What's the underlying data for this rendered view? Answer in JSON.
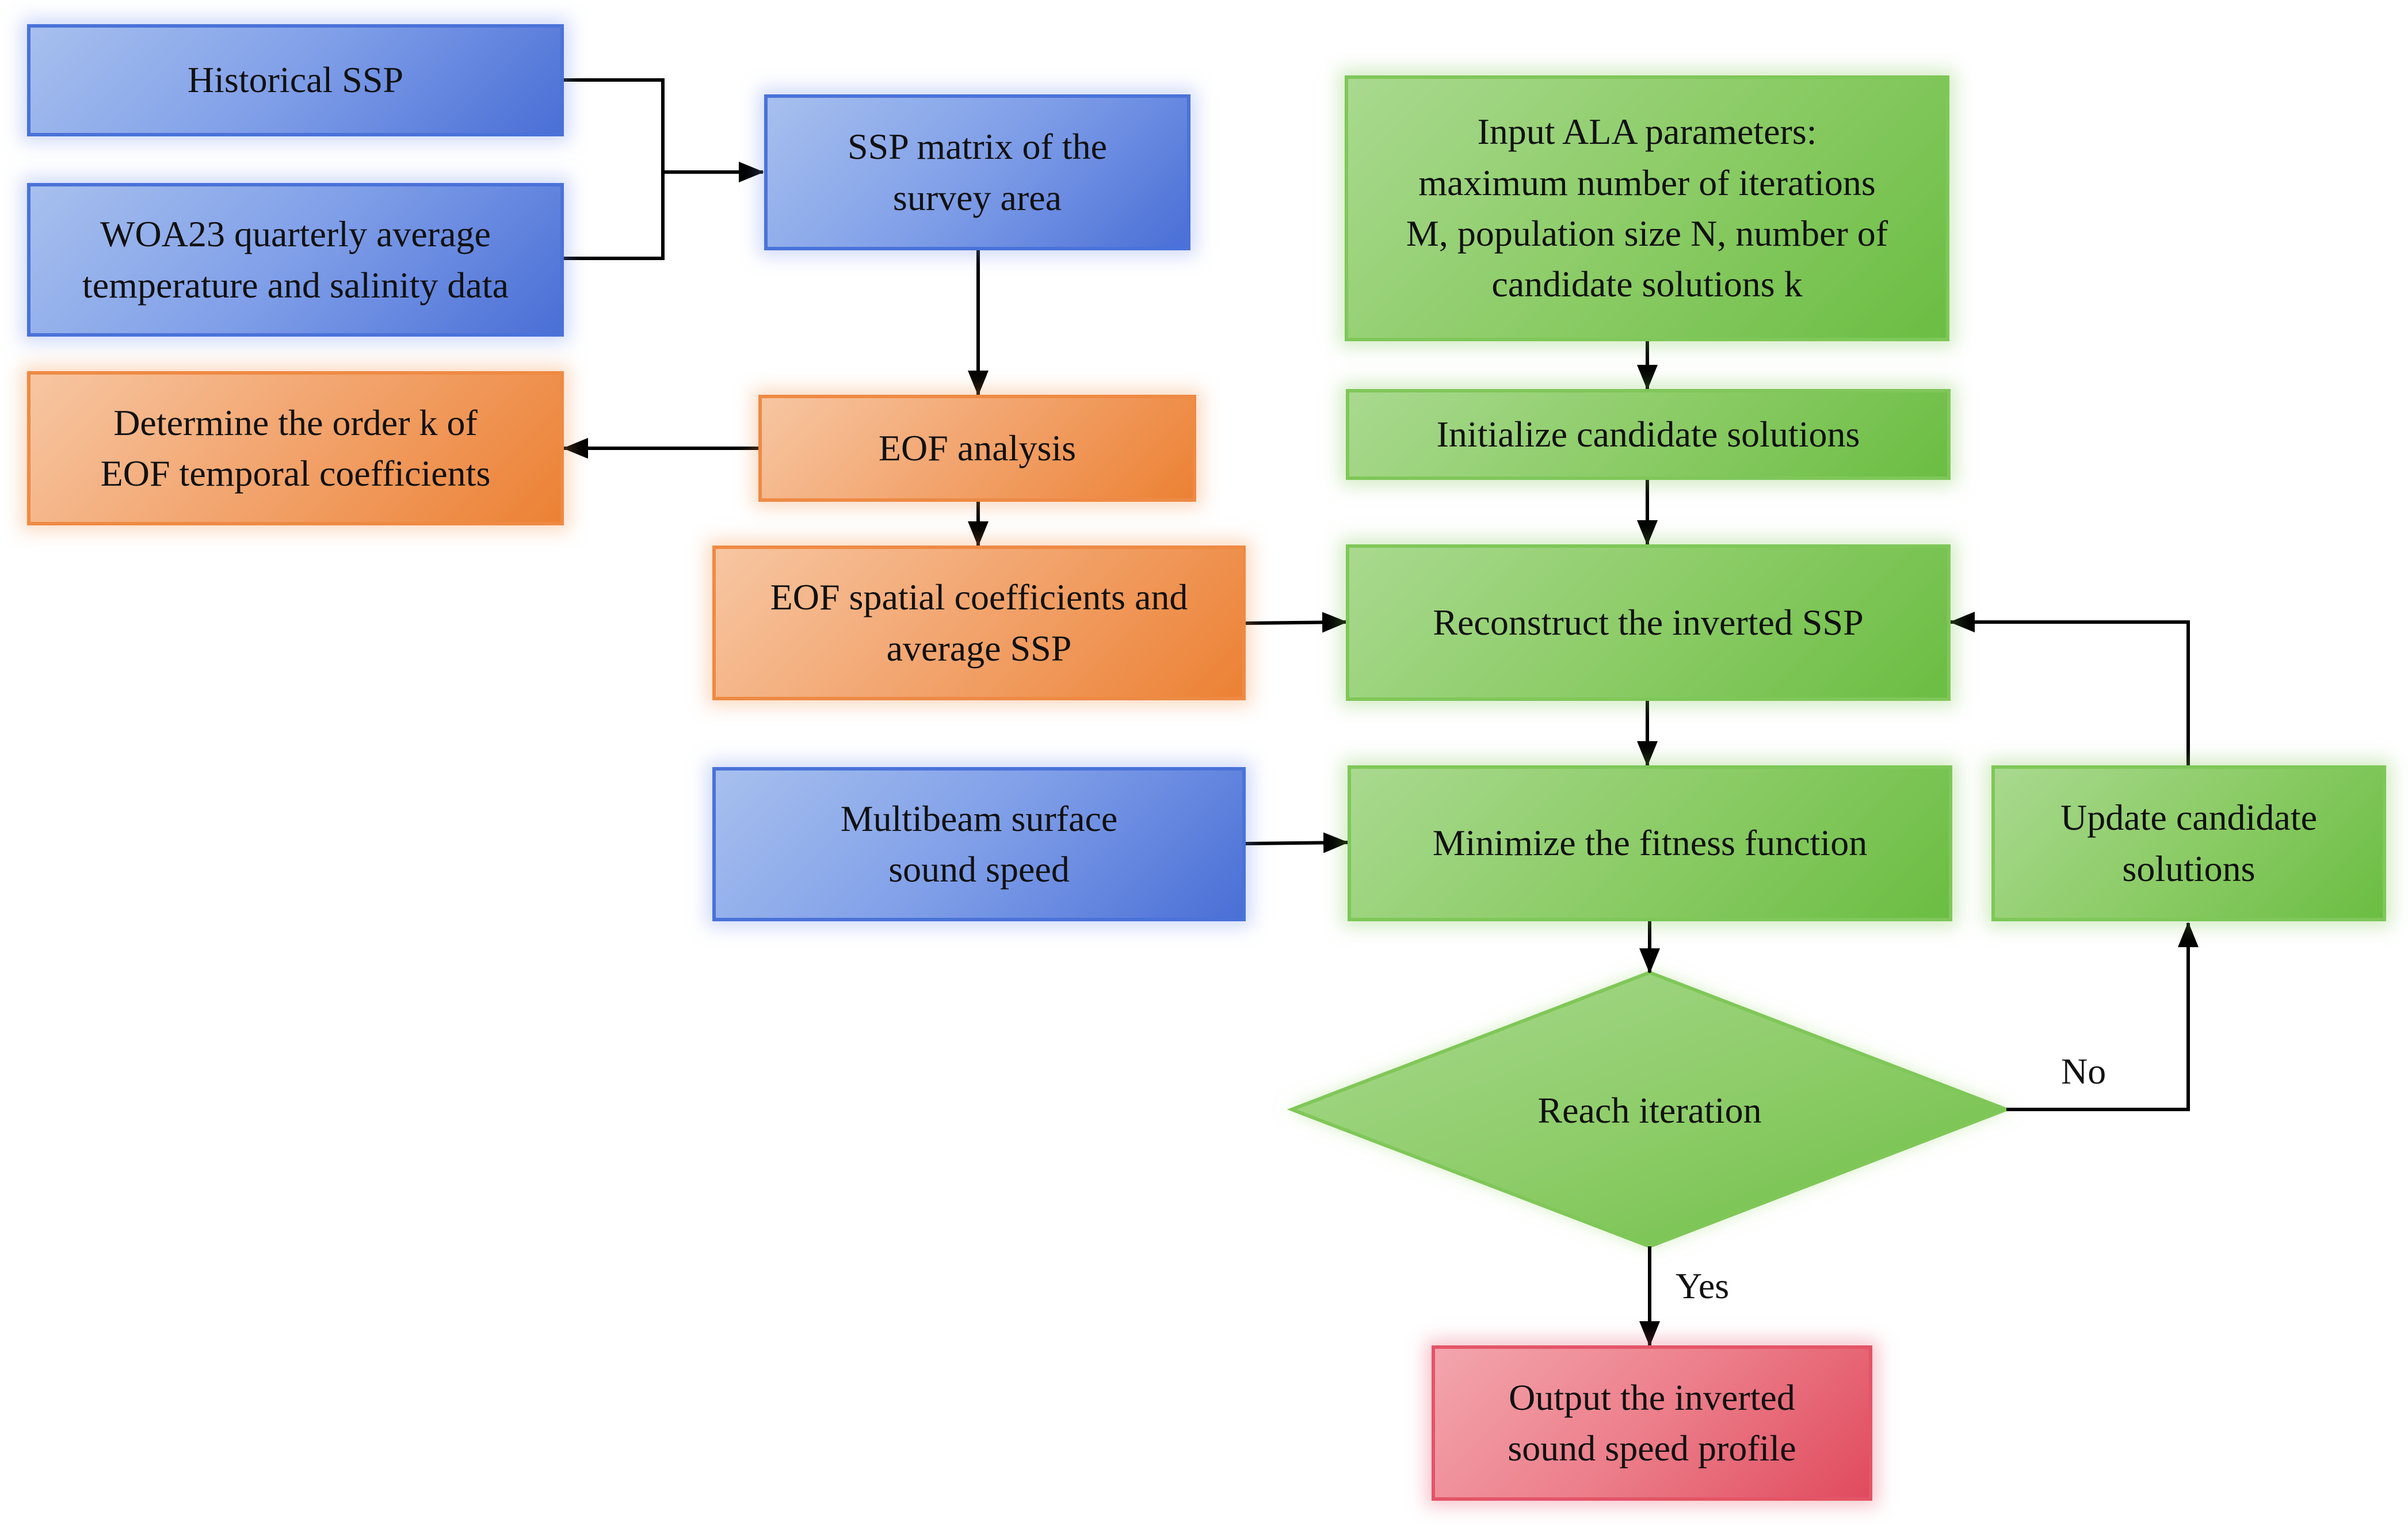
{
  "nodes": {
    "historical_ssp": [
      "Historical SSP"
    ],
    "woa23": [
      "WOA23 quarterly average",
      "temperature and salinity  data"
    ],
    "ssp_matrix": [
      "SSP matrix of the",
      "survey area"
    ],
    "eof_order": [
      "Determine the order  k of",
      "EOF temporal coefficients"
    ],
    "eof_analysis": [
      "EOF analysis"
    ],
    "eof_spatial": [
      "EOF spatial coefficients  and",
      "average SSP"
    ],
    "multibeam": [
      "Multibeam surface",
      "sound speed"
    ],
    "ala_params": [
      "Input ALA parameters:",
      "maximum number of iterations",
      "M, population size  N, number of",
      "candidate solutions  k"
    ],
    "init_candidates": [
      "Initialize candidate solutions"
    ],
    "reconstruct": [
      "Reconstruct the inverted SSP"
    ],
    "minimize": [
      "Minimize the fitness function"
    ],
    "update_candidates": [
      "Update candidate",
      "solutions"
    ],
    "reach_iteration": "Reach iteration",
    "output": [
      "Output the inverted",
      "sound speed profile"
    ]
  },
  "edge_labels": {
    "no": "No",
    "yes": "Yes"
  },
  "colors": {
    "blue": "#4a72d8",
    "orange": "#ee8a44",
    "green": "#7fc759",
    "red": "#e45467",
    "arrow": "#000000"
  }
}
